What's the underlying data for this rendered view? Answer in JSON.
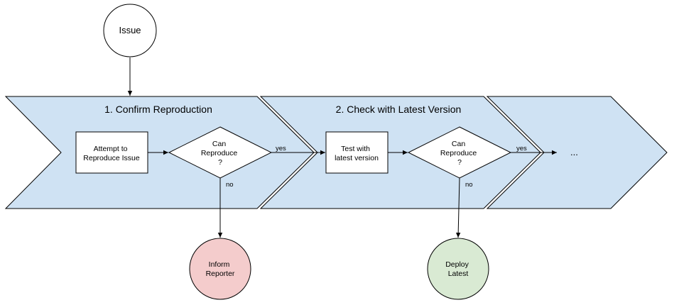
{
  "start": {
    "label": "Issue"
  },
  "phases": [
    {
      "title": "1. Confirm Reproduction"
    },
    {
      "title": "2. Check with Latest Version"
    }
  ],
  "steps": [
    {
      "lines": [
        "Attempt to",
        "Reproduce Issue"
      ]
    },
    {
      "lines": [
        "Test with",
        "latest version"
      ]
    }
  ],
  "decisions": [
    {
      "lines": [
        "Can",
        "Reproduce",
        "?"
      ],
      "yes_label": "yes",
      "no_label": "no"
    },
    {
      "lines": [
        "Can",
        "Reproduce",
        "?"
      ],
      "yes_label": "yes",
      "no_label": "no"
    }
  ],
  "outcomes": [
    {
      "lines": [
        "Inform",
        "Reporter"
      ],
      "color": "#f4cccc"
    },
    {
      "lines": [
        "Deploy",
        "Latest"
      ],
      "color": "#d9ead3"
    }
  ],
  "continuation": "...",
  "colors": {
    "phase_fill": "#cfe2f3",
    "stroke": "#000000"
  }
}
